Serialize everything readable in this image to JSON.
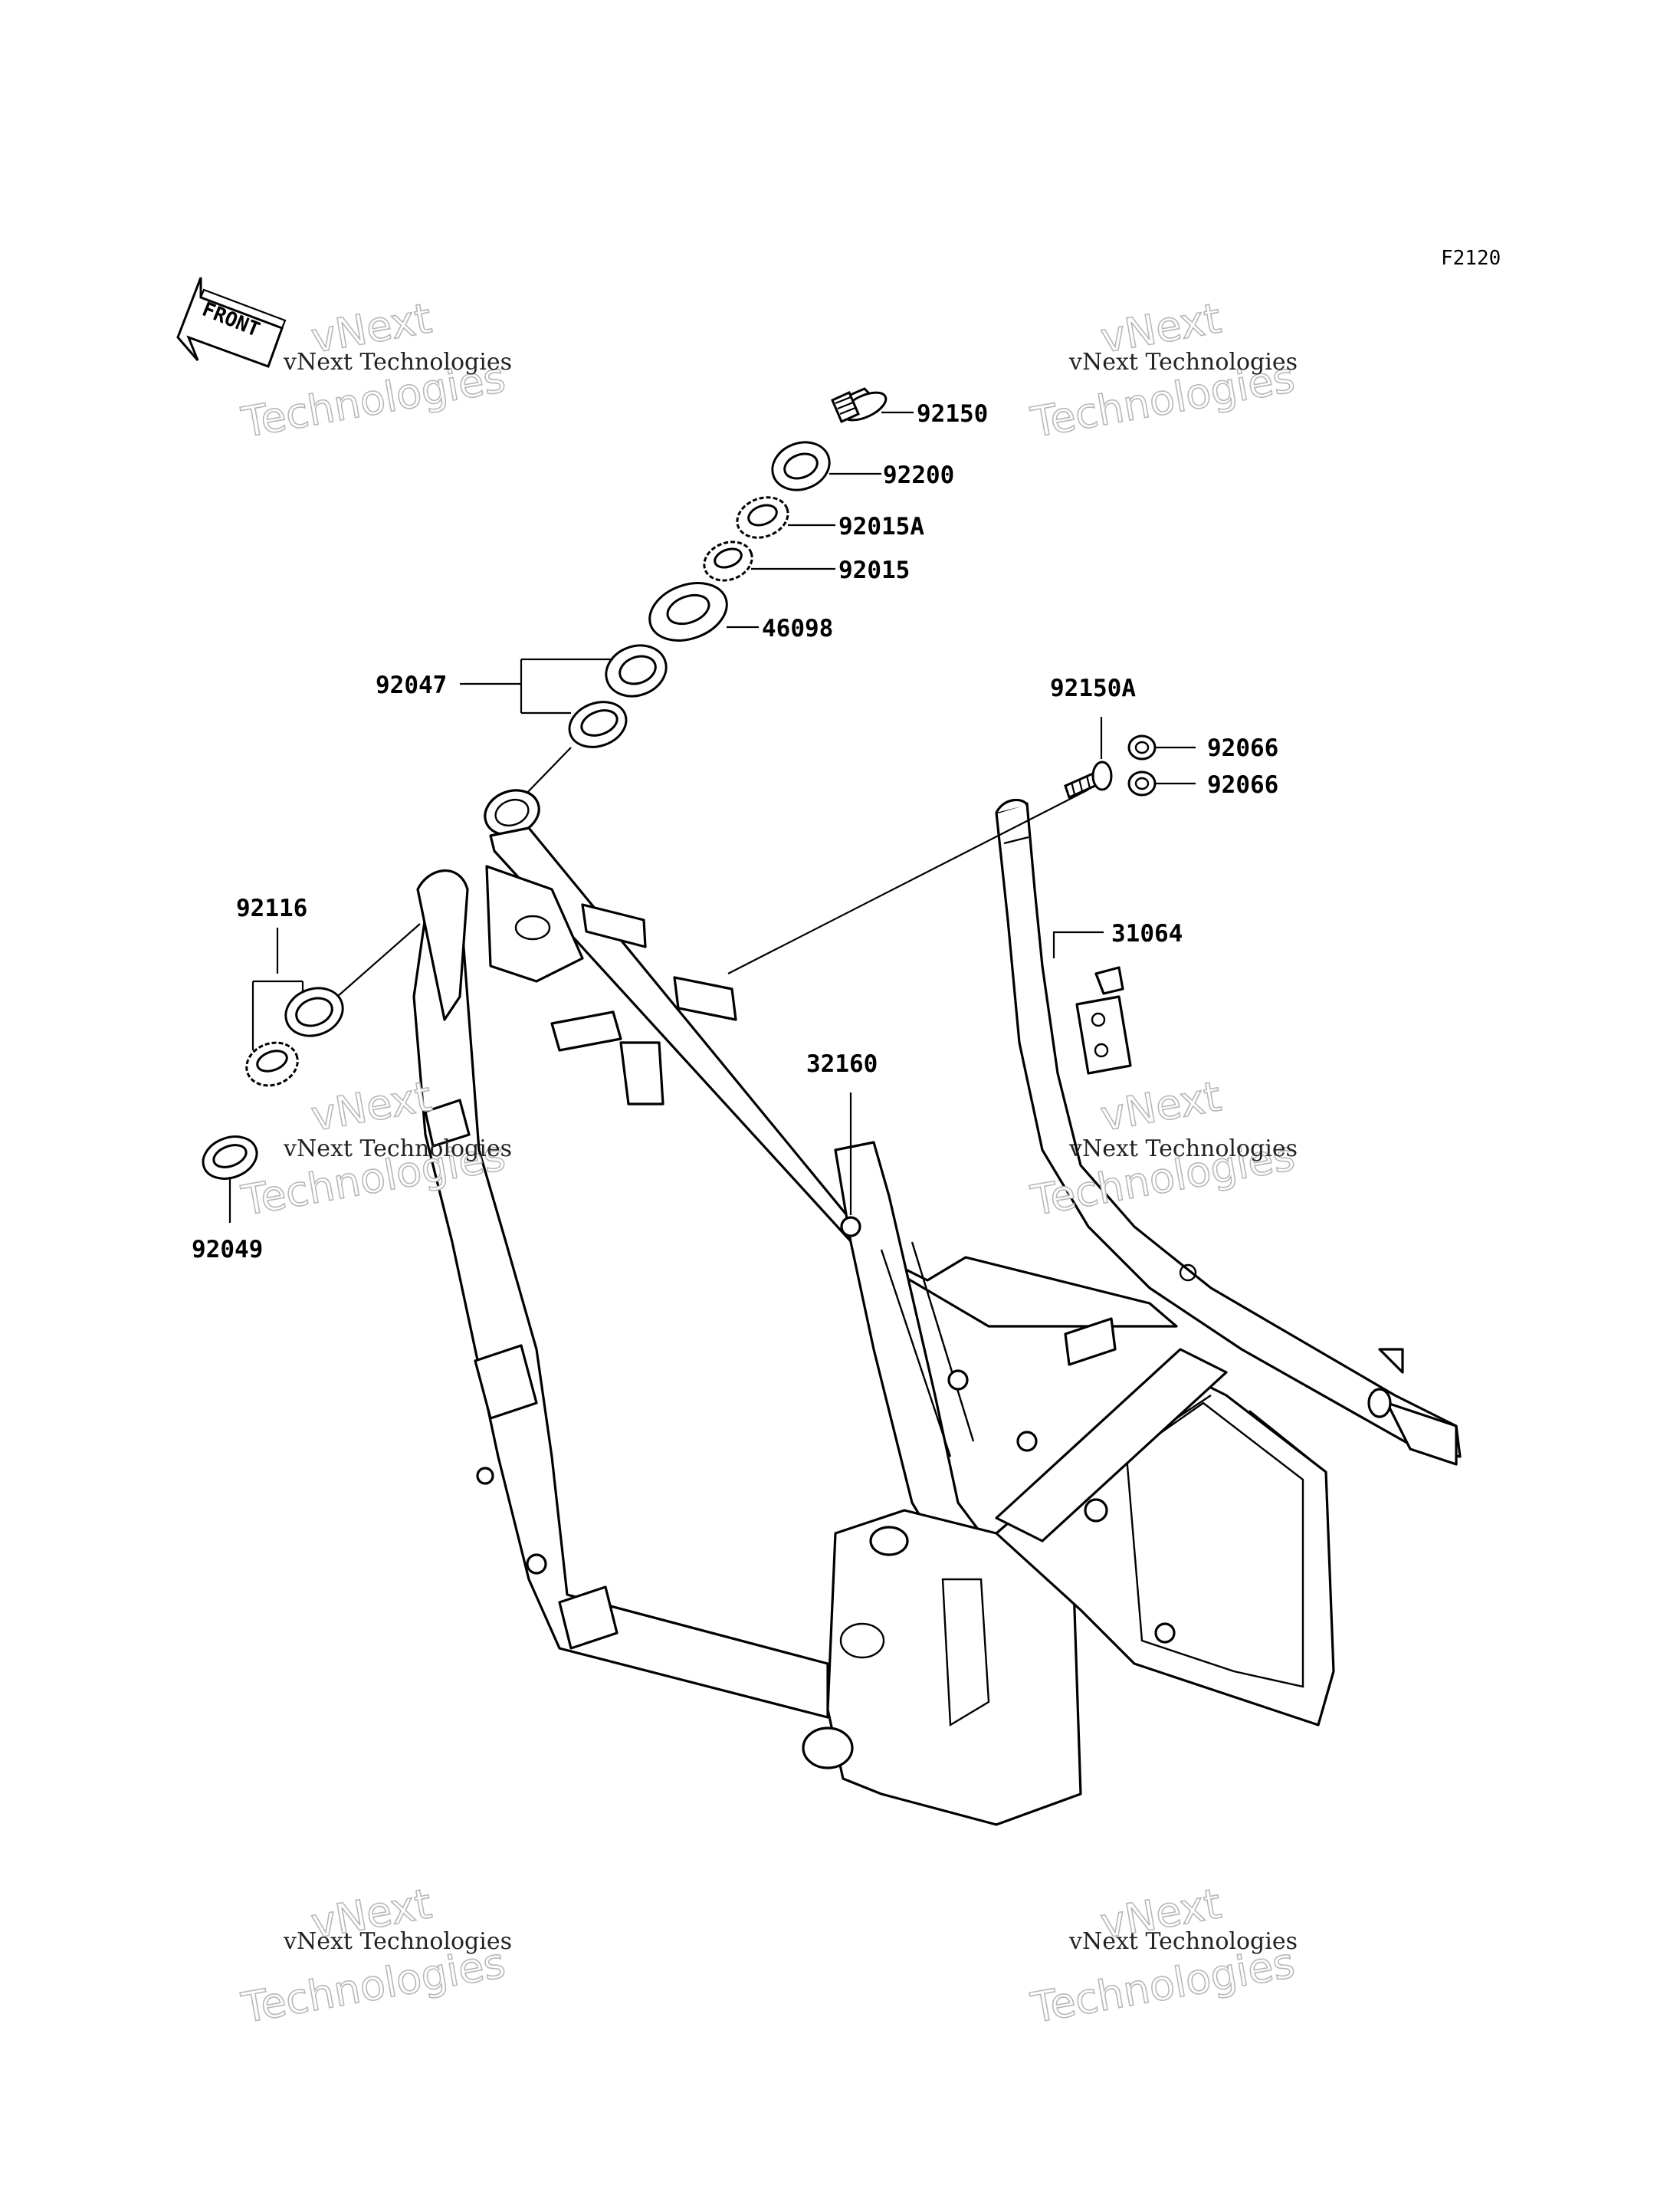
{
  "diagram": {
    "code": "F2120",
    "front_label": "FRONT",
    "callouts": [
      {
        "id": "92150",
        "text": "92150"
      },
      {
        "id": "92200",
        "text": "92200"
      },
      {
        "id": "92015A",
        "text": "92015A"
      },
      {
        "id": "92015",
        "text": "92015"
      },
      {
        "id": "46098",
        "text": "46098"
      },
      {
        "id": "92047",
        "text": "92047"
      },
      {
        "id": "92150A",
        "text": "92150A"
      },
      {
        "id": "92066a",
        "text": "92066"
      },
      {
        "id": "92066b",
        "text": "92066"
      },
      {
        "id": "31064",
        "text": "31064"
      },
      {
        "id": "92116",
        "text": "92116"
      },
      {
        "id": "32160",
        "text": "32160"
      },
      {
        "id": "92049",
        "text": "92049"
      }
    ]
  },
  "watermark": {
    "line1": "vNext Technologies",
    "big_top": "vNext",
    "big_bottom": "Technologies"
  }
}
